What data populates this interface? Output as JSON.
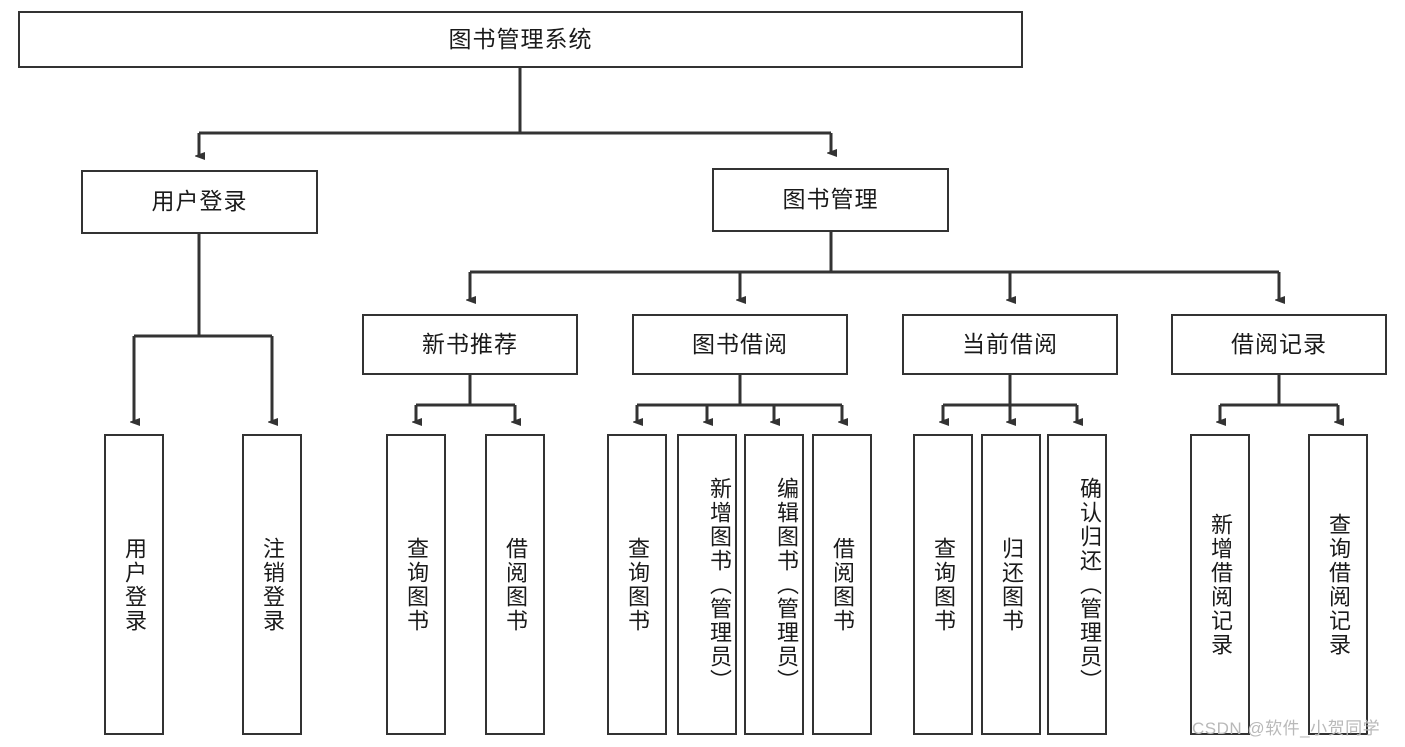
{
  "diagram": {
    "title_node": {
      "label": "图书管理系统"
    },
    "level1": [
      {
        "label": "用户登录"
      },
      {
        "label": "图书管理"
      }
    ],
    "level2": [
      {
        "label": "新书推荐"
      },
      {
        "label": "图书借阅"
      },
      {
        "label": "当前借阅"
      },
      {
        "label": "借阅记录"
      }
    ],
    "leaves": [
      {
        "label": "用户登录"
      },
      {
        "label": "注销登录"
      },
      {
        "label": "查询图书"
      },
      {
        "label": "借阅图书"
      },
      {
        "label": "查询图书"
      },
      {
        "label": "新增图书（管理员）"
      },
      {
        "label": "编辑图书（管理员）"
      },
      {
        "label": "借阅图书"
      },
      {
        "label": "查询图书"
      },
      {
        "label": "归还图书"
      },
      {
        "label": "确认归还（管理员）"
      },
      {
        "label": "新增借阅记录"
      },
      {
        "label": "查询借阅记录"
      }
    ],
    "watermark": "CSDN @软件_小贺同学",
    "colors": {
      "stroke": "#333333",
      "text": "#1a1a1a",
      "background": "#ffffff",
      "watermark": "#b9b9b9"
    }
  }
}
